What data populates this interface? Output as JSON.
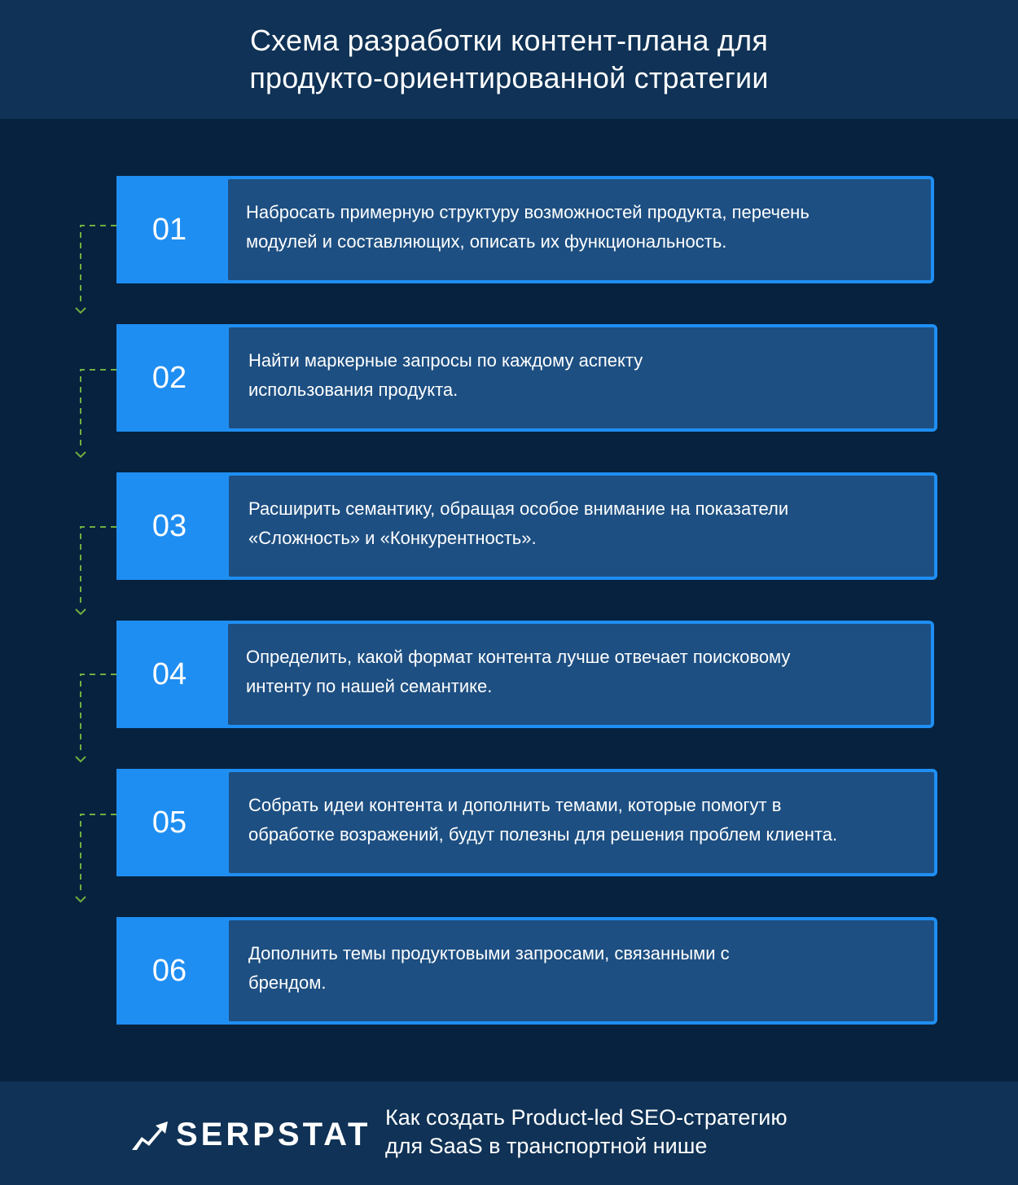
{
  "header": {
    "title_line1": "Схема разработки контент-плана для",
    "title_line2": "продукто-ориентированной стратегии"
  },
  "steps": [
    {
      "number": "01",
      "line1": "Набросать примерную структуру возможностей продукта, перечень",
      "line2": "модулей и составляющих, описать их функциональность."
    },
    {
      "number": "02",
      "line1": "Найти маркерные запросы по каждому аспекту",
      "line2": "использования продукта."
    },
    {
      "number": "03",
      "line1": "Расширить семантику, обращая особое внимание на показатели",
      "line2": "«Сложность» и «Конкурентность»."
    },
    {
      "number": "04",
      "line1": "Определить, какой формат контента лучше отвечает поисковому",
      "line2": "интенту по нашей семантике."
    },
    {
      "number": "05",
      "line1": "Собрать идеи контента и дополнить темами, которые помогут в",
      "line2": "обработке возражений, будут полезны для решения проблем клиента."
    },
    {
      "number": "06",
      "line1": "Дополнить темы продуктовыми запросами, связанными с",
      "line2": "брендом."
    }
  ],
  "colors": {
    "background": "#06223f",
    "header": "#0f3256",
    "accent": "#1f8ef2",
    "card": "#1d4f82",
    "connector": "#6fae3f"
  },
  "footer": {
    "logo_text": "SERPSTAT",
    "logo_icon": "serpstat-arrow-logo-icon",
    "caption_line1": "Как создать Product-led SEO-стратегию",
    "caption_line2": "для SaaS в транспортной нише"
  }
}
